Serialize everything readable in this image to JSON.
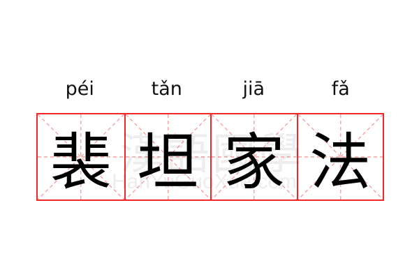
{
  "word": {
    "characters": [
      {
        "hanzi": "裴",
        "pinyin": "péi"
      },
      {
        "hanzi": "坦",
        "pinyin": "tǎn"
      },
      {
        "hanzi": "家",
        "pinyin": "jiā"
      },
      {
        "hanzi": "法",
        "pinyin": "fǎ"
      }
    ]
  },
  "watermark": {
    "chinese": "漢語國學",
    "latin": "HanYuGuoXue.com"
  },
  "colors": {
    "grid": "#f02828",
    "guide": "#f7a0a0"
  }
}
